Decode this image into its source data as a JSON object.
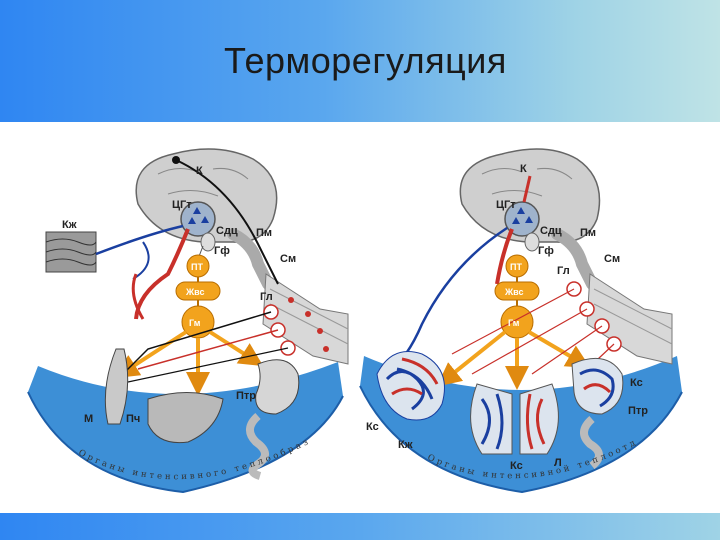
{
  "title": "Терморегуляция",
  "left": {
    "labels": {
      "k": "К",
      "cgt": "ЦГт",
      "sdc": "Сдц",
      "gf": "Гф",
      "pm": "Пм",
      "sm": "См",
      "pt": "ПТ",
      "zhvs": "Жвс",
      "gm": "Гм",
      "gl": "Гл",
      "kzh": "Кж",
      "m": "М",
      "pch": "Пч",
      "ptr": "Птр"
    },
    "arc_text": "Органы интенсивного теплообразования"
  },
  "right": {
    "labels": {
      "k": "К",
      "cgt": "ЦГт",
      "sdc": "Сдц",
      "gf": "Гф",
      "pm": "Пм",
      "sm": "См",
      "pt": "ПТ",
      "zhvs": "Жвс",
      "gm": "Гм",
      "gl": "Гл",
      "ks_right": "Кс",
      "ptr": "Птр",
      "ks_left": "Кс",
      "kzh": "Кж",
      "ks_bottom": "Кс",
      "l": "Л"
    },
    "arc_text": "Органы интенсивной теплоотдачи"
  },
  "colors": {
    "header_left": "#2f86f2",
    "header_right": "#bfe3e6",
    "arc_blue": "#3d8fd6",
    "orange": "#f2a31d",
    "nerve_red": "#cc2222",
    "vessel_blue": "#1a3fa0"
  }
}
